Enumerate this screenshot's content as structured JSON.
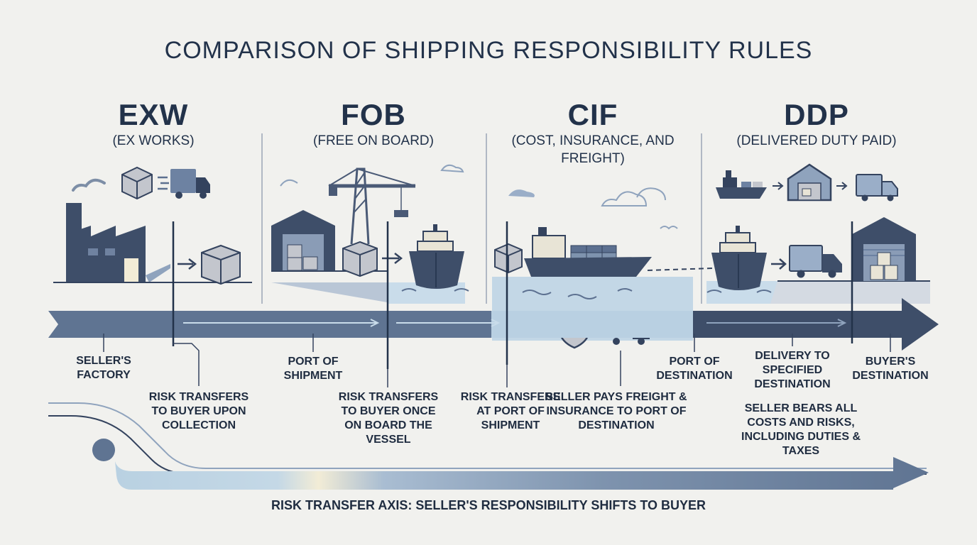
{
  "title": "COMPARISON OF SHIPPING RESPONSIBILITY RULES",
  "terms": [
    {
      "code": "EXW",
      "name": "(EX WORKS)"
    },
    {
      "code": "FOB",
      "name": "(FREE ON BOARD)"
    },
    {
      "code": "CIF",
      "name": "(COST, INSURANCE, AND FREIGHT)"
    },
    {
      "code": "DDP",
      "name": "(DELIVERED DUTY PAID)"
    }
  ],
  "points": {
    "sellers_factory": "SELLER'S FACTORY",
    "port_of_shipment": "PORT OF SHIPMENT",
    "port_of_destination": "PORT OF DESTINATION",
    "delivery_to_destination": "DELIVERY TO SPECIFIED DESTINATION",
    "buyers_destination": "BUYER'S DESTINATION"
  },
  "notes": {
    "exw": "RISK TRANSFERS TO BUYER UPON COLLECTION",
    "fob": "RISK TRANSFERS TO BUYER ONCE ON BOARD THE VESSEL",
    "cif_risk": "RISK TRANSFERS AT PORT OF SHIPMENT",
    "cif_cost": "SELLER PAYS FREIGHT & INSURANCE TO PORT OF DESTINATION",
    "ddp": "SELLER BEARS ALL COSTS AND RISKS, INCLUDING DUTIES & TAXES"
  },
  "axis_label": "RISK TRANSFER AXIS: SELLER'S RESPONSIBILITY SHIFTS TO BUYER",
  "colors": {
    "background": "#f1f1ee",
    "navy": "#34435e",
    "slate": "#5c7090",
    "light_blue": "#b9d0e2",
    "water": "#c9dcea",
    "box": "#b9bcc4",
    "cream": "#f2ecd6"
  },
  "icons": [
    "factory-icon",
    "box-icon",
    "truck-icon",
    "warehouse-icon",
    "crane-icon",
    "ship-icon",
    "cargo-ship-icon",
    "shield-check-icon"
  ]
}
